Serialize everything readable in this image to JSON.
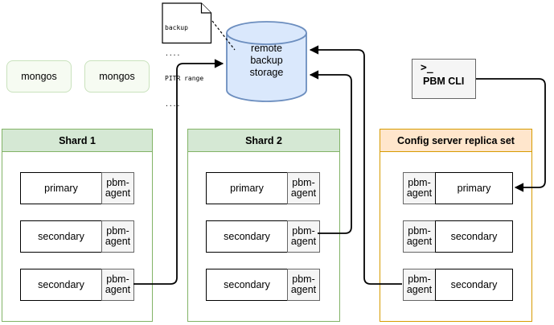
{
  "diagram": {
    "title_hint": "Percona Backup for MongoDB architecture",
    "note": {
      "lines": [
        "backup",
        "....",
        "PITR range",
        "...."
      ]
    },
    "storage": {
      "lines": [
        "remote",
        "backup",
        "storage"
      ]
    },
    "mongos": [
      "mongos",
      "mongos"
    ],
    "pbm_cli": {
      "icon": ">_",
      "label": "PBM CLI"
    },
    "clusters": [
      {
        "title": "Shard 1",
        "theme": "green",
        "agent_side": "right",
        "nodes": [
          {
            "role": "primary",
            "agent": "pbm-agent"
          },
          {
            "role": "secondary",
            "agent": "pbm-agent"
          },
          {
            "role": "secondary",
            "agent": "pbm-agent"
          }
        ]
      },
      {
        "title": "Shard 2",
        "theme": "green",
        "agent_side": "right",
        "nodes": [
          {
            "role": "primary",
            "agent": "pbm-agent"
          },
          {
            "role": "secondary",
            "agent": "pbm-agent"
          },
          {
            "role": "secondary",
            "agent": "pbm-agent"
          }
        ]
      },
      {
        "title": "Config server replica set",
        "theme": "orange",
        "agent_side": "left",
        "nodes": [
          {
            "role": "primary",
            "agent": "pbm-agent"
          },
          {
            "role": "secondary",
            "agent": "pbm-agent"
          },
          {
            "role": "secondary",
            "agent": "pbm-agent"
          }
        ]
      }
    ],
    "edges": [
      {
        "from": "shard1-secondary-2-pbm-agent",
        "to": "remote-backup-storage",
        "style": "solid-arrow"
      },
      {
        "from": "shard2-secondary-1-pbm-agent",
        "to": "remote-backup-storage",
        "style": "solid-arrow"
      },
      {
        "from": "config-secondary-2-pbm-agent",
        "to": "remote-backup-storage",
        "style": "solid-arrow"
      },
      {
        "from": "pbm-cli",
        "to": "config-primary",
        "style": "solid-arrow"
      },
      {
        "from": "backup-note",
        "to": "remote-backup-storage",
        "style": "dashed-line"
      }
    ],
    "colors": {
      "green_fill": "#d5e8d4",
      "green_stroke": "#82b366",
      "orange_fill": "#ffe6cc",
      "orange_stroke": "#d79b00",
      "blue_fill": "#dae8fc",
      "blue_stroke": "#6c8ebf",
      "gray_fill": "#f5f5f5",
      "gray_stroke": "#666666",
      "mongos_fill": "#f6fbf2",
      "mongos_stroke": "#c9e2bd",
      "connector": "#000000"
    }
  }
}
